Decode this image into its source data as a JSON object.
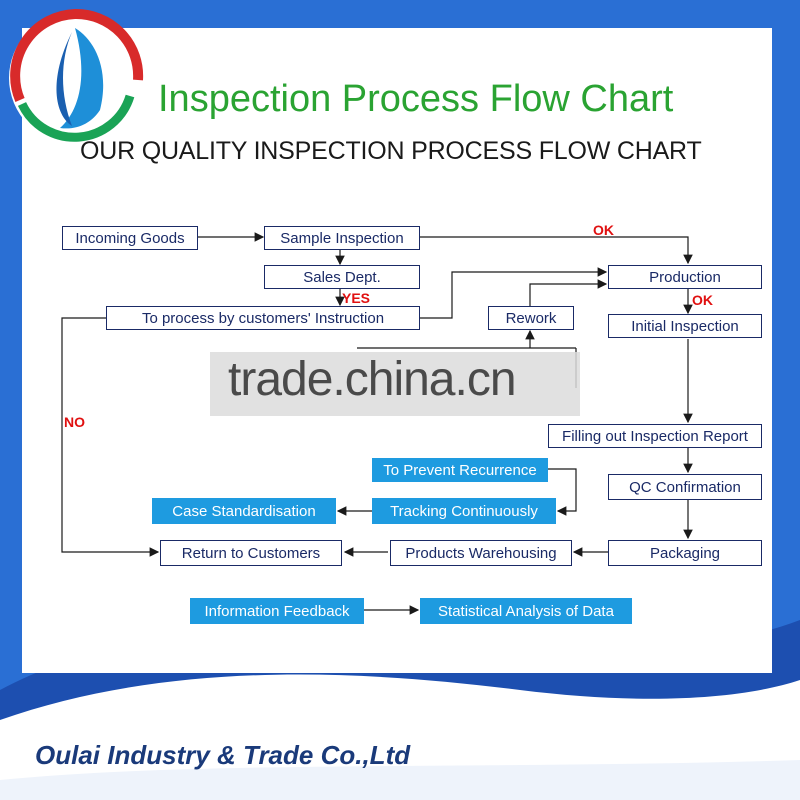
{
  "header": {
    "title": "Inspection Process Flow Chart",
    "subtitle": "OUR QUALITY INSPECTION PROCESS FLOW CHART"
  },
  "nodes": {
    "incoming_goods": "Incoming Goods",
    "sample_inspection": "Sample Inspection",
    "sales_dept": "Sales Dept.",
    "to_process": "To process by customers' Instruction",
    "rework": "Rework",
    "production": "Production",
    "initial_inspection": "Initial Inspection",
    "filling_report": "Filling out Inspection Report",
    "qc_confirmation": "QC Confirmation",
    "packaging": "Packaging",
    "products_warehousing": "Products Warehousing",
    "return_to_customers": "Return to Customers",
    "prevent_recurrence": "To Prevent Recurrence",
    "tracking_continuously": "Tracking Continuously",
    "case_standardisation": "Case Standardisation",
    "information_feedback": "Information Feedback",
    "statistical_analysis": "Statistical Analysis of Data"
  },
  "edge_labels": {
    "ok_top": "OK",
    "yes": "YES",
    "ok_production": "OK",
    "no": "NO"
  },
  "watermark": "trade.china.cn",
  "footer": {
    "company": "Oulai Industry & Trade Co.,Ltd"
  },
  "colors": {
    "background": "#2a6fd4",
    "title_green": "#2aa332",
    "box_border": "#1a2a66",
    "highlight_blue": "#1e9be0",
    "label_red": "#e01010"
  }
}
